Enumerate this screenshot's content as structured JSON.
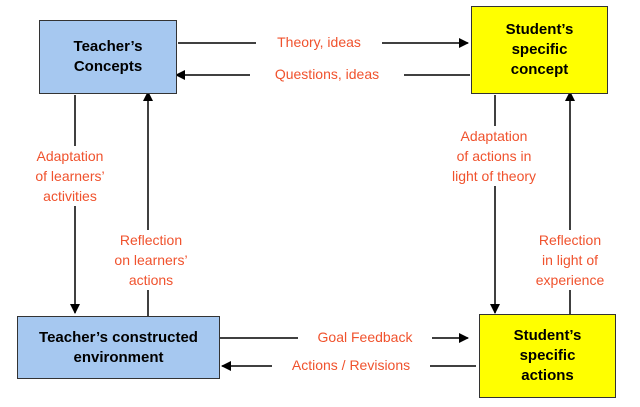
{
  "nodes": {
    "teachers_concepts": "Teacher’s\nConcepts",
    "students_concept": "Student’s\nspecific\nconcept",
    "teachers_environment": "Teacher’s constructed\nenvironment",
    "students_actions": "Student’s\nspecific\nactions"
  },
  "edges": {
    "theory_ideas": "Theory, ideas",
    "questions_ideas": "Questions, ideas",
    "adaptation_activities": "Adaptation\nof learners’\nactivities",
    "reflection_learners": "Reflection\non learners’\nactions",
    "adaptation_theory": "Adaptation\nof actions in\nlight of theory",
    "reflection_experience": "Reflection\nin light of\nexperience",
    "goal_feedback": "Goal Feedback",
    "actions_revisions": "Actions / Revisions"
  },
  "colors": {
    "teacher_box": "#a6c8f0",
    "student_box": "#ffff00",
    "label_text": "#f0522d",
    "arrow": "#000000"
  }
}
